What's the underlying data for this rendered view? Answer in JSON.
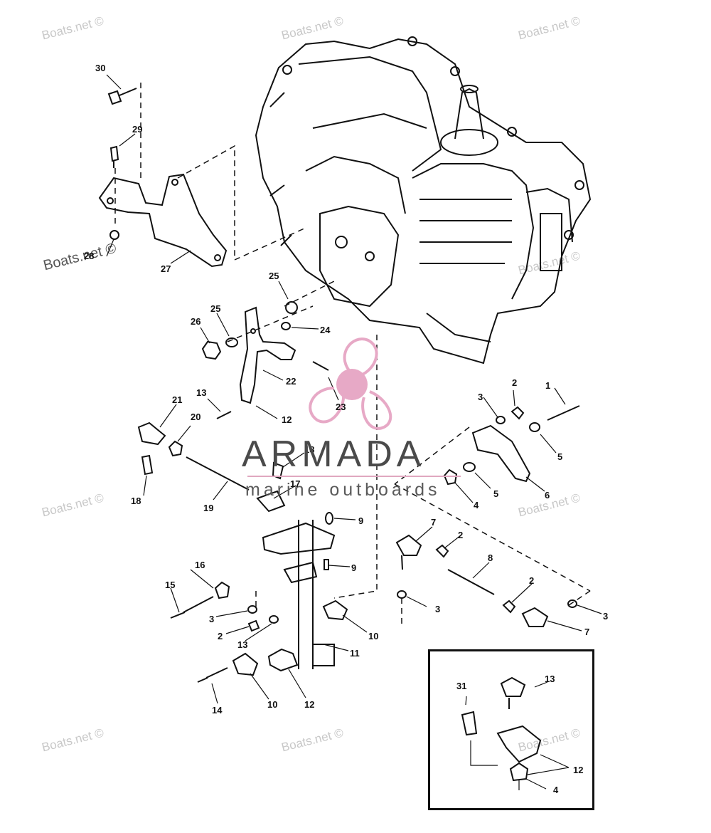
{
  "brand": {
    "name": "ARMADA",
    "tagline": "marine outboards",
    "logo_color": "#e7a9c6",
    "text_color": "#4a4a4a"
  },
  "watermarks": {
    "text": "Boats.net ©",
    "dark_text": "Boats.net ©"
  },
  "callouts": {
    "n1": "1",
    "n2a": "2",
    "n2b": "2",
    "n2c": "2",
    "n2d": "2",
    "n3a": "3",
    "n3b": "3",
    "n3c": "3",
    "n3d": "3",
    "n4a": "4",
    "n4b": "4",
    "n5a": "5",
    "n5b": "5",
    "n6": "6",
    "n7a": "7",
    "n7b": "7",
    "n8": "8",
    "n9a": "9",
    "n9b": "9",
    "n10a": "10",
    "n10b": "10",
    "n11": "11",
    "n12a": "12",
    "n12b": "12",
    "n12c": "12",
    "n13a": "13",
    "n13b": "13",
    "n13c": "13",
    "n14": "14",
    "n15": "15",
    "n16": "16",
    "n17": "17",
    "n18a": "18",
    "n18b": "18",
    "n19": "19",
    "n20": "20",
    "n21": "21",
    "n22": "22",
    "n23": "23",
    "n24": "24",
    "n25a": "25",
    "n25b": "25",
    "n26": "26",
    "n27": "27",
    "n28": "28",
    "n29": "29",
    "n30": "30",
    "n31": "31"
  }
}
